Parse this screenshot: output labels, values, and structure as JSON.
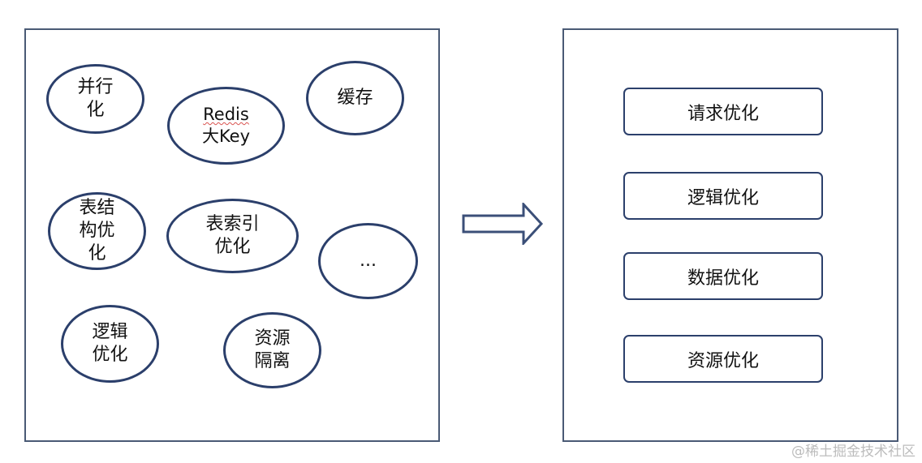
{
  "left_nodes": [
    {
      "text": "并行\n化"
    },
    {
      "line1": "Redis",
      "line2": "大Key"
    },
    {
      "text": "缓存"
    },
    {
      "text": "表结\n构优\n化"
    },
    {
      "text": "表索引\n优化"
    },
    {
      "text": "..."
    },
    {
      "text": "逻辑\n优化"
    },
    {
      "text": "资源\n隔离"
    }
  ],
  "right_items": [
    {
      "text": "请求优化"
    },
    {
      "text": "逻辑优化"
    },
    {
      "text": "数据优化"
    },
    {
      "text": "资源优化"
    }
  ],
  "watermark": "@稀土掘金技术社区",
  "colors": {
    "panel_border": "#4a5a75",
    "shape_border": "#2b3f6b",
    "arrow_stroke": "#3b4f78",
    "watermark": "#bcbcbc"
  }
}
